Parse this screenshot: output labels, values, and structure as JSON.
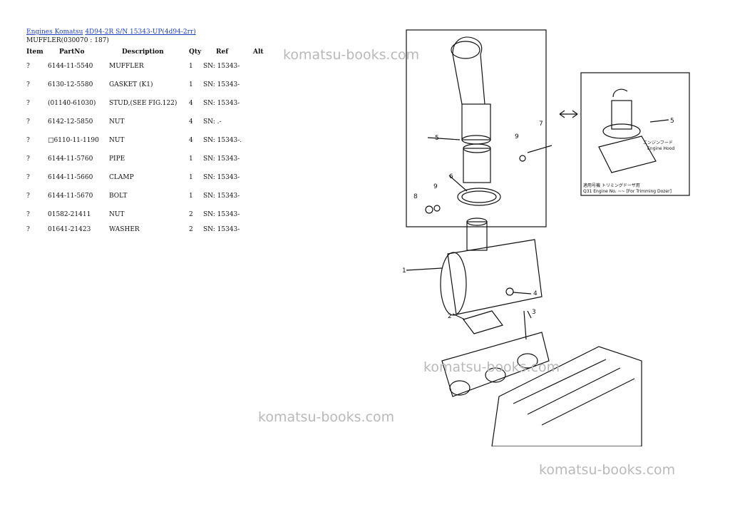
{
  "breadcrumb": {
    "home": "Engines Komatsu",
    "section": "4D94-2R S/N 15343-UP(4d94-2rr)"
  },
  "page_subtitle": "MUFFLER(030070 : 187)",
  "table": {
    "headers": {
      "item": "Item",
      "partno": "PartNo",
      "description": "Description",
      "qty": "Qty",
      "ref": "Ref",
      "alt": "Alt"
    },
    "rows": [
      {
        "item": "?",
        "partno": "6144-11-5540",
        "description": "MUFFLER",
        "qty": "1",
        "ref": "SN: 15343-"
      },
      {
        "item": "?",
        "partno": "6130-12-5580",
        "description": "GASKET (K1)",
        "qty": "1",
        "ref": "SN: 15343-"
      },
      {
        "item": "?",
        "partno": "(01140-61030)",
        "description": "STUD,(SEE FIG.122)",
        "qty": "4",
        "ref": "SN: 15343-"
      },
      {
        "item": "?",
        "partno": "6142-12-5850",
        "description": "NUT",
        "qty": "4",
        "ref": "SN: .-"
      },
      {
        "item": "?",
        "partno": "□6110-11-1190",
        "description": "NUT",
        "qty": "4",
        "ref": "SN: 15343-."
      },
      {
        "item": "?",
        "partno": "6144-11-5760",
        "description": "PIPE",
        "qty": "1",
        "ref": "SN: 15343-"
      },
      {
        "item": "?",
        "partno": "6144-11-5660",
        "description": "CLAMP",
        "qty": "1",
        "ref": "SN: 15343-"
      },
      {
        "item": "?",
        "partno": "6144-11-5670",
        "description": "BOLT",
        "qty": "1",
        "ref": "SN: 15343-"
      },
      {
        "item": "?",
        "partno": "01582-21411",
        "description": "NUT",
        "qty": "2",
        "ref": "SN: 15343-"
      },
      {
        "item": "?",
        "partno": "01641-21423",
        "description": "WASHER",
        "qty": "2",
        "ref": "SN: 15343-"
      }
    ]
  },
  "watermark": "komatsu-books.com",
  "diagram": {
    "callouts": [
      "1",
      "2",
      "3",
      "4",
      "5",
      "6",
      "7",
      "8",
      "9"
    ],
    "inset_label_jp": "エンジンフード",
    "inset_label_en": "Engine Hood",
    "footer_jp": "適用号機 トリミングドーザ用",
    "footer_en": "Q31 Engine No. ~~ [For Trimming Dozer]"
  }
}
